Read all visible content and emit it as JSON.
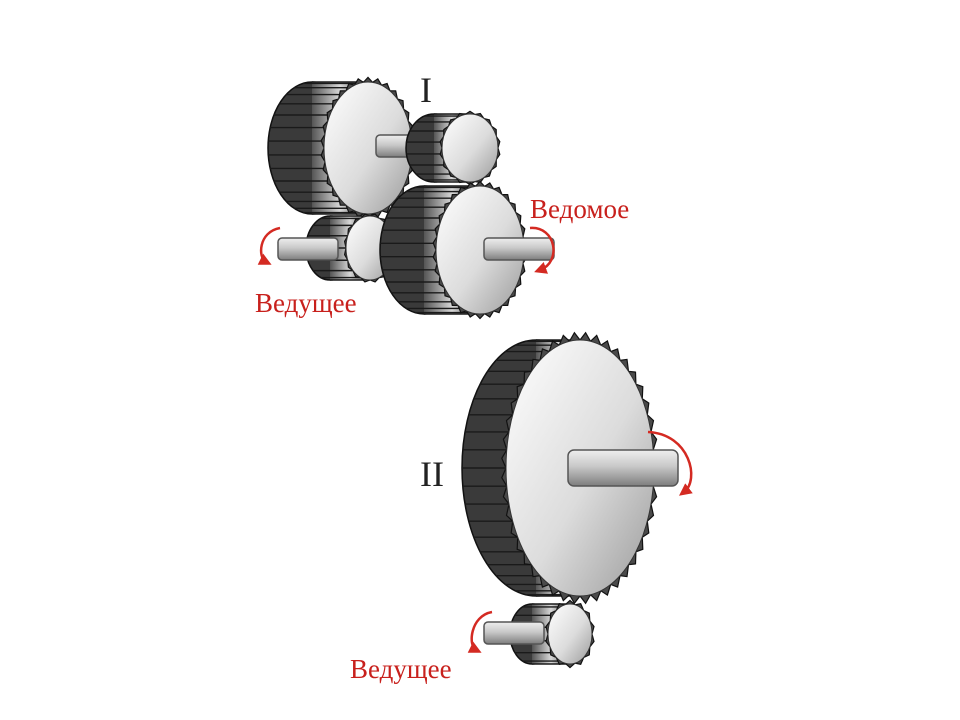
{
  "diagram": {
    "colors": {
      "label_red": "#c8201c",
      "arrow_red": "#d42a22",
      "gear_dark": "#2a2a2a",
      "shaft": "#bdbdbd"
    },
    "section_one": {
      "numeral": "I",
      "driven_label": "Ведомое",
      "driving_label": "Ведущее"
    },
    "section_two": {
      "numeral": "II",
      "driving_label": "Ведущее"
    }
  }
}
